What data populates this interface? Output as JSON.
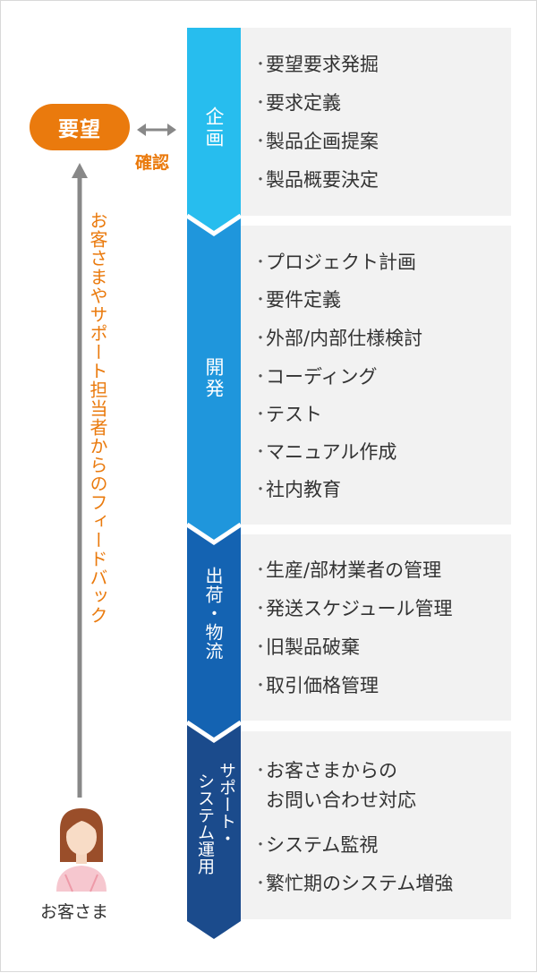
{
  "demand_label": "要望",
  "confirm_label": "確認",
  "feedback_text": "お客さまやサポート担当者からのフィードバック",
  "customer_label": "お客さま",
  "colors": {
    "accent": "#ea7a0d",
    "stage_planning": "#27bdee",
    "stage_development": "#1f96dc",
    "stage_shipping": "#1463b2",
    "stage_support": "#1b4b8c",
    "panel_bg": "#f2f2f2",
    "arrow_gray": "#888888"
  },
  "stages": [
    {
      "label": "企画",
      "items": [
        "要望要求発掘",
        "要求定義",
        "製品企画提案",
        "製品概要決定"
      ]
    },
    {
      "label": "開発",
      "items": [
        "プロジェクト計画",
        "要件定義",
        "外部/内部仕様検討",
        "コーディング",
        "テスト",
        "マニュアル作成",
        "社内教育"
      ]
    },
    {
      "label": "出荷・物流",
      "items": [
        "生産/部材業者の管理",
        "発送スケジュール管理",
        "旧製品破棄",
        "取引価格管理"
      ]
    },
    {
      "label": "サポート・システム運用",
      "label_lines": [
        "サポート・",
        "システム運用"
      ],
      "items": [
        "お客さまからの",
        "お問い合わせ対応",
        "システム監視",
        "繁忙期のシステム増強"
      ]
    }
  ]
}
